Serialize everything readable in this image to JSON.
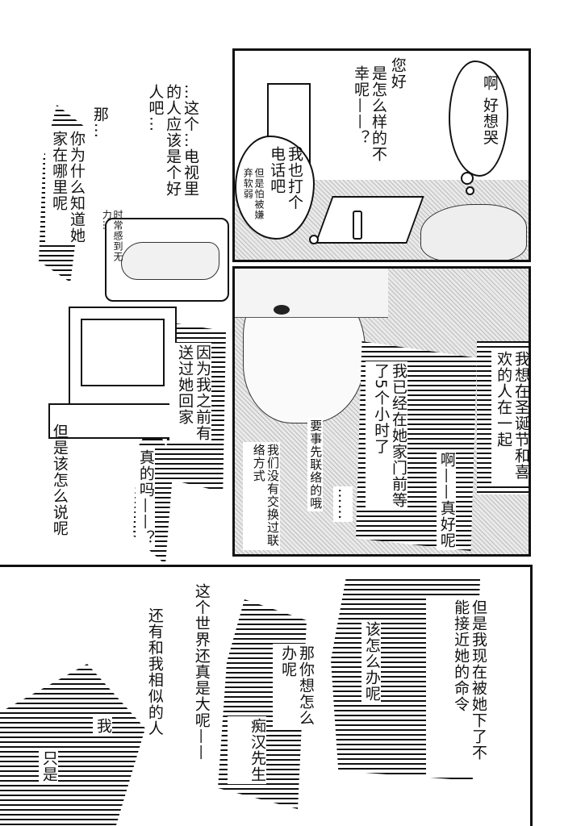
{
  "panel_top_left": {
    "narration_tv": "…这个…电视里的人应该是个好人吧…",
    "question_that": "那…",
    "question_how_know": "你为什么知道她家在哪里呢",
    "whisper_weak": "时常感到无力…",
    "answer_sent_home": "因为我之前有送过她回家",
    "question_really": "真的吗——？",
    "narration_but": "但是该怎么说呢"
  },
  "panel_top_right": {
    "greeting": "您好",
    "question_misfortune": "是怎么样的不幸呢——？",
    "thought_cry": "啊 好想哭",
    "thought_call": "我也打个电话吧",
    "thought_afraid": "但是怕被嫌弃软弱"
  },
  "panel_middle_right": {
    "line_christmas": "我想在圣诞节和喜欢的人在一起",
    "line_waited": "我已经在她家门前等了5个小时了",
    "line_envy": "啊——真好呢",
    "line_contact_first": "要事先联络的哦",
    "line_no_contact": "我们没有交换过联络方式",
    "line_dots": "……"
  },
  "panel_bottom": {
    "line_world": "这个世界还真是大呢——",
    "line_similar": "还有和我相似的人",
    "line_me": "我",
    "line_only": "只是",
    "line_order": "但是我现在被她下了不能接近她的命令",
    "line_what_do": "该怎么办呢",
    "line_you_want": "那你想怎么办呢",
    "line_pervert": "痴汉先生"
  }
}
